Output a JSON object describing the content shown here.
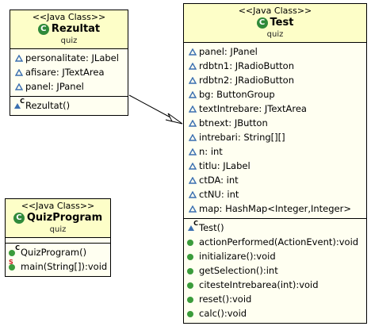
{
  "classes": {
    "rezultat": {
      "stereotype": "<<Java Class>>",
      "name": "Rezultat",
      "package": "quiz",
      "fields": [
        "personalitate: JLabel",
        "afisare: JTextArea",
        "panel: JPanel"
      ],
      "methods": [
        "Rezultat()"
      ]
    },
    "test": {
      "stereotype": "<<Java Class>>",
      "name": "Test",
      "package": "quiz",
      "fields": [
        "panel: JPanel",
        "rdbtn1: JRadioButton",
        "rdbtn2: JRadioButton",
        "bg: ButtonGroup",
        "textIntrebare: JTextArea",
        "btnext: JButton",
        "intrebari: String[][]",
        "n: int",
        "titlu: JLabel",
        "ctDA: int",
        "ctNU: int",
        "map: HashMap<Integer,Integer>"
      ],
      "methods": [
        "Test()",
        "actionPerformed(ActionEvent):void",
        "initializare():void",
        "getSelection():int",
        "citesteIntrebarea(int):void",
        "reset():void",
        "calc():void"
      ]
    },
    "quizprogram": {
      "stereotype": "<<Java Class>>",
      "name": "QuizProgram",
      "package": "quiz",
      "fields": [],
      "methods": [
        "QuizProgram()",
        "main(String[]):void"
      ]
    }
  },
  "icons": {
    "class_icon": "class-icon",
    "class_icon_glyph": "C",
    "field_visibility": "triangle-package-icon",
    "method_visibility": "green-dot-icon"
  },
  "colors": {
    "header_fill": "#fdfec8",
    "body_fill": "#fffff1",
    "class_icon": "#2f8a3a",
    "public_dot": "#3b9c3b",
    "package_triangle": "#3a6fb0"
  }
}
